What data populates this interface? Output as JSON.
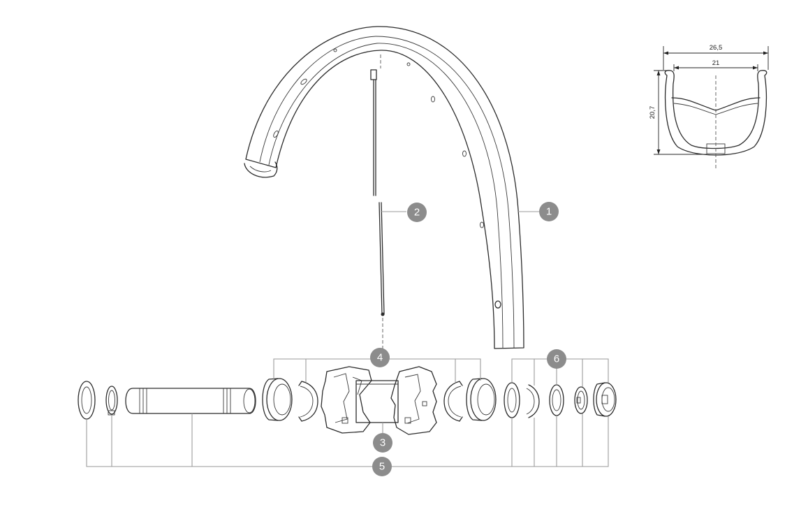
{
  "callouts": [
    {
      "id": "1",
      "label": "1"
    },
    {
      "id": "2",
      "label": "2"
    },
    {
      "id": "3",
      "label": "3"
    },
    {
      "id": "4",
      "label": "4"
    },
    {
      "id": "5",
      "label": "5"
    },
    {
      "id": "6",
      "label": "6"
    }
  ],
  "profile": {
    "outer_width": "26,5",
    "inner_width": "21",
    "height": "20,7"
  },
  "colors": {
    "line": "#2b2b2b",
    "leader": "#9a9a9a",
    "callout": "#8c8c8c"
  }
}
